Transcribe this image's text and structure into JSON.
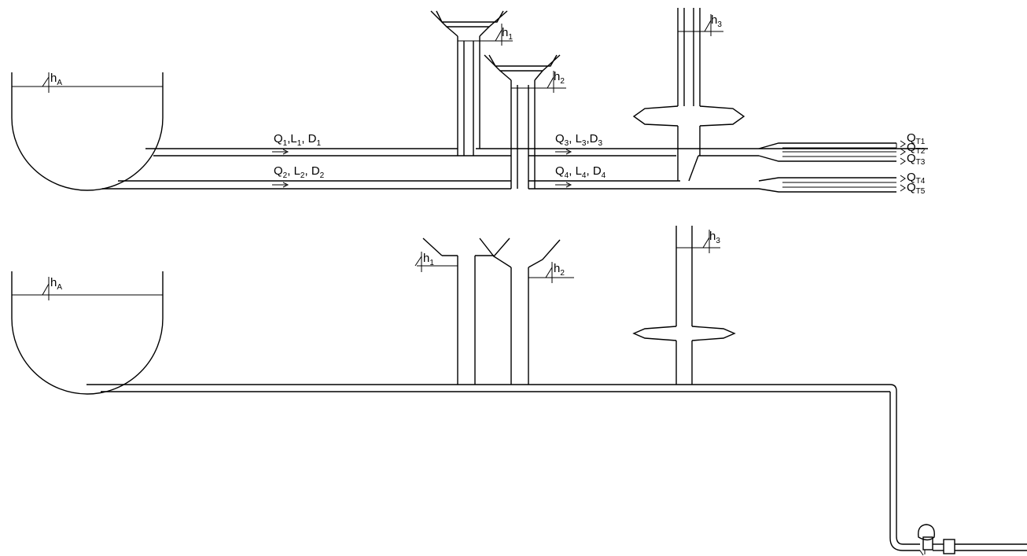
{
  "top_view": {
    "reservoir_level": {
      "main": "h",
      "sub": "A"
    },
    "tank1_level": {
      "main": "h",
      "sub": "1"
    },
    "tank2_level": {
      "main": "h",
      "sub": "2"
    },
    "tank3_level": {
      "main": "h",
      "sub": "3"
    },
    "pipe1": {
      "q": "Q",
      "q_sub": "1",
      "sep1": ",",
      "l": "L",
      "l_sub": "1",
      "sep2": ", ",
      "d": "D",
      "d_sub": "1"
    },
    "pipe2": {
      "q": "Q",
      "q_sub": "2",
      "sep1": ", ",
      "l": "L",
      "l_sub": "2",
      "sep2": ", ",
      "d": "D",
      "d_sub": "2"
    },
    "pipe3": {
      "q": "Q",
      "q_sub": "3",
      "sep1": ", ",
      "l": "L",
      "l_sub": "3",
      "sep2": ",",
      "d": "D",
      "d_sub": "3"
    },
    "pipe4": {
      "q": "Q",
      "q_sub": "4",
      "sep1": ", ",
      "l": "L",
      "l_sub": "4",
      "sep2": ", ",
      "d": "D",
      "d_sub": "4"
    },
    "outlets": [
      {
        "main": "Q",
        "sub": "T1"
      },
      {
        "main": "Q",
        "sub": "T2"
      },
      {
        "main": "Q",
        "sub": "T3"
      },
      {
        "main": "Q",
        "sub": "T4"
      },
      {
        "main": "Q",
        "sub": "T5"
      }
    ]
  },
  "side_view": {
    "reservoir_level": {
      "main": "h",
      "sub": "A"
    },
    "tank1_level": {
      "main": "h",
      "sub": "1"
    },
    "tank2_level": {
      "main": "h",
      "sub": "2"
    },
    "tank3_level": {
      "main": "h",
      "sub": "3"
    }
  }
}
